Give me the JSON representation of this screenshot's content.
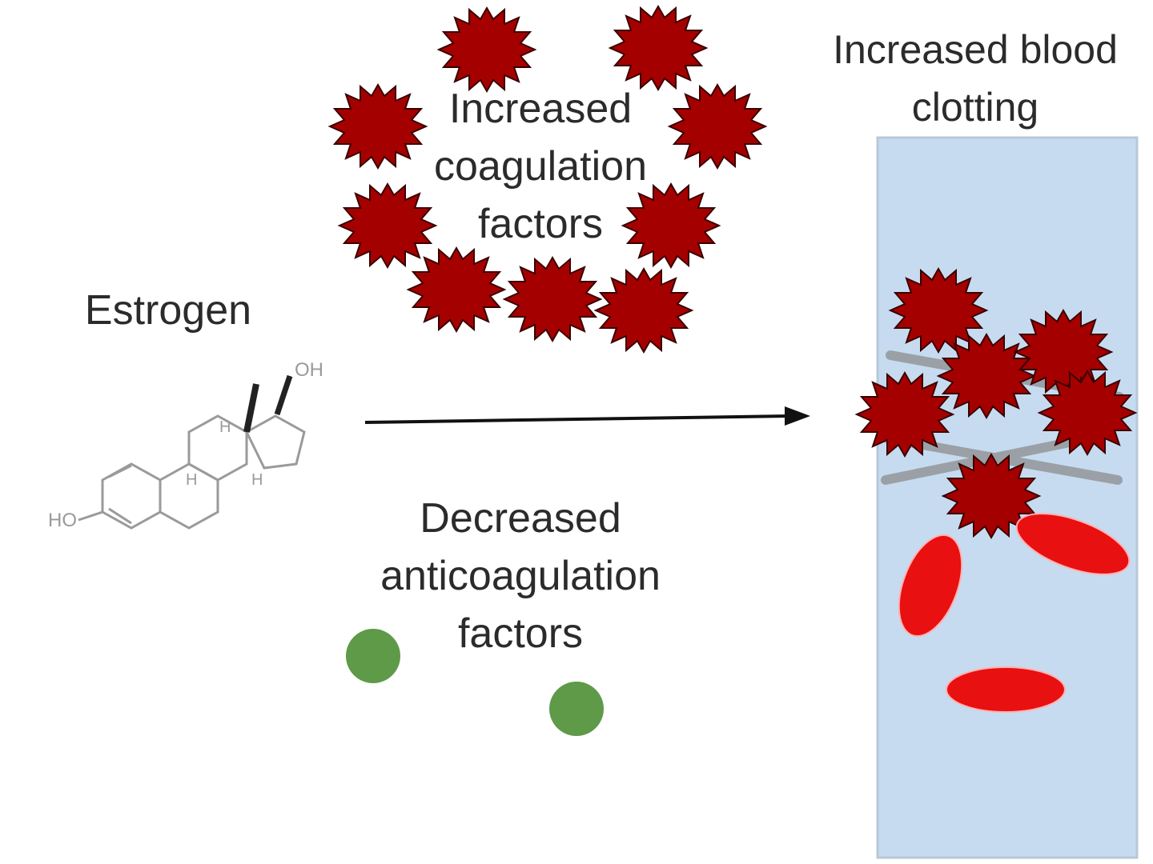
{
  "labels": {
    "estrogen": "Estrogen",
    "coag_line1": "Increased",
    "coag_line2": "coagulation",
    "coag_line3": "factors",
    "anticoag_line1": "Decreased",
    "anticoag_line2": "anticoagulation",
    "anticoag_line3": "factors",
    "clot_line1": "Increased blood",
    "clot_line2": "clotting"
  },
  "molecule": {
    "name": "estrogen-structure",
    "groups": [
      "HO",
      "OH",
      "H",
      "H",
      "H"
    ]
  },
  "colors": {
    "coagulation_factor": "#a50000",
    "anticoagulation_factor": "#5e9a48",
    "red_blood_cell": "#e81010",
    "vessel": "#c6dbf0",
    "fibrin": "#9aa0a6",
    "arrow": "#111111"
  }
}
